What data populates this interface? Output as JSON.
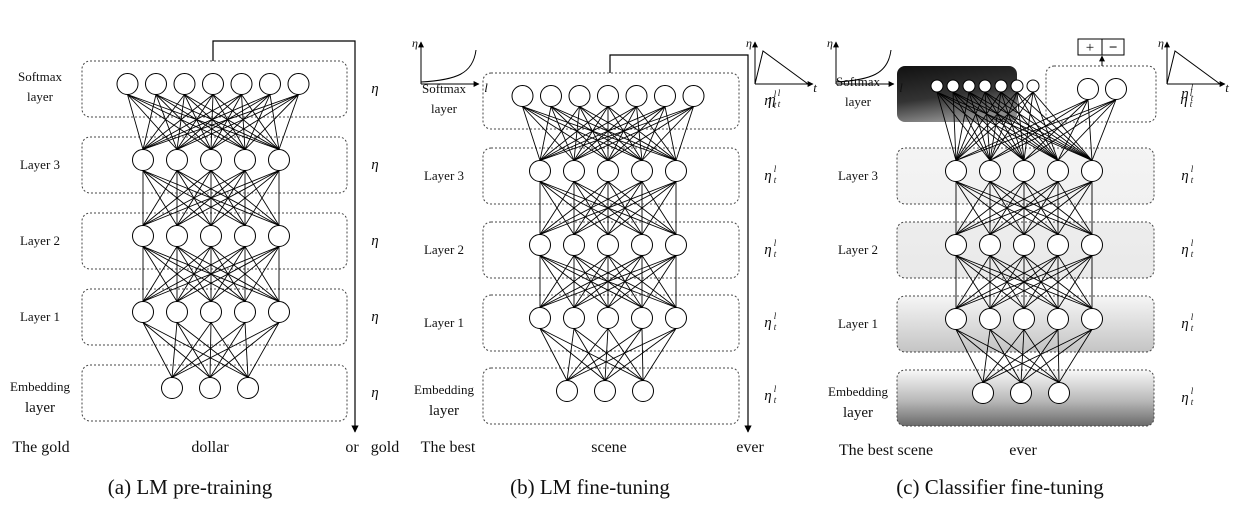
{
  "figure": {
    "panels": [
      {
        "id": "a",
        "caption": "(a) LM pre-training",
        "layers": [
          {
            "label": [
              "Softmax",
              "layer"
            ],
            "nodes": 7,
            "lr": "η"
          },
          {
            "label": [
              "Layer 3"
            ],
            "nodes": 5,
            "lr": "η"
          },
          {
            "label": [
              "Layer 2"
            ],
            "nodes": 5,
            "lr": "η"
          },
          {
            "label": [
              "Layer 1"
            ],
            "nodes": 5,
            "lr": "η"
          },
          {
            "label": [
              "Embedding",
              "layer"
            ],
            "nodes": 3,
            "lr": "η"
          }
        ],
        "words": {
          "left": "The gold",
          "center": "dollar",
          "right_a": "or",
          "right_b": "gold"
        },
        "lr_is_layerwise": false,
        "insets": []
      },
      {
        "id": "b",
        "caption": "(b) LM fine-tuning",
        "layers": [
          {
            "label": [
              "Softmax",
              "layer"
            ],
            "nodes": 7,
            "lr": "η"
          },
          {
            "label": [
              "Layer 3"
            ],
            "nodes": 5,
            "lr": "η"
          },
          {
            "label": [
              "Layer 2"
            ],
            "nodes": 5,
            "lr": "η"
          },
          {
            "label": [
              "Layer 1"
            ],
            "nodes": 5,
            "lr": "η"
          },
          {
            "label": [
              "Embedding",
              "layer"
            ],
            "nodes": 3,
            "lr": "η"
          }
        ],
        "words": {
          "left": "The best",
          "center": "scene",
          "right": "ever"
        },
        "lr_is_layerwise": true,
        "lr_superscript": "l",
        "lr_subscript": "t",
        "insets": [
          {
            "kind": "exp-curve",
            "y_axis": "η",
            "x_axis": "l"
          },
          {
            "kind": "slanted-triangle",
            "y_axis": "η",
            "x_axis": "t",
            "label": "η"
          }
        ]
      },
      {
        "id": "c",
        "caption": "(c) Classifier fine-tuning",
        "layers": [
          {
            "label": [
              "Softmax",
              "layer"
            ],
            "nodes": 7,
            "lr": "η",
            "frozen_dark": true
          },
          {
            "label": [
              "Layer 3"
            ],
            "nodes": 5,
            "lr": "η"
          },
          {
            "label": [
              "Layer 2"
            ],
            "nodes": 5,
            "lr": "η"
          },
          {
            "label": [
              "Layer 1"
            ],
            "nodes": 5,
            "lr": "η"
          },
          {
            "label": [
              "Embedding",
              "layer"
            ],
            "nodes": 3,
            "lr": "η"
          }
        ],
        "classifier": {
          "nodes": 2,
          "output_labels": [
            "+",
            "−"
          ]
        },
        "words": {
          "left": "The best scene",
          "center": "ever"
        },
        "lr_is_layerwise": true,
        "lr_superscript": "l",
        "lr_subscript": "t",
        "insets": [
          {
            "kind": "exp-curve",
            "y_axis": "η",
            "x_axis": "l"
          },
          {
            "kind": "slanted-triangle",
            "y_axis": "η",
            "x_axis": "t",
            "label": "η"
          }
        ]
      }
    ]
  }
}
